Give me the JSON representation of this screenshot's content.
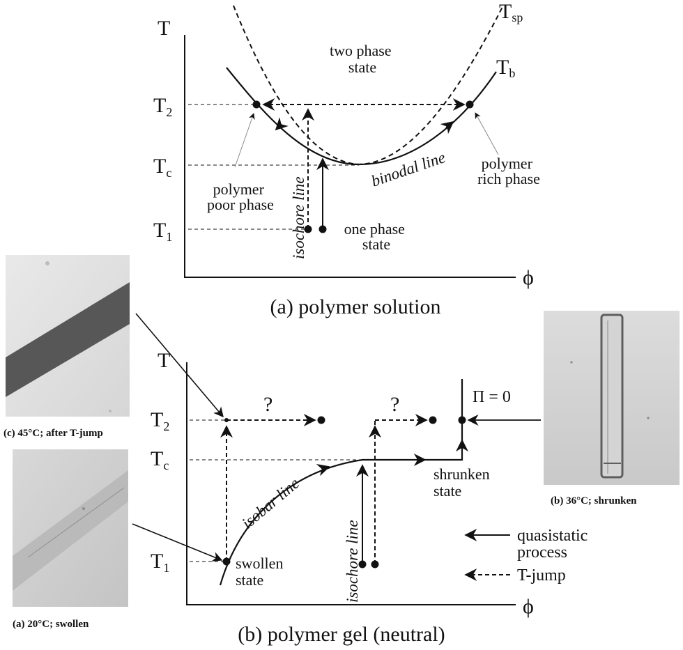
{
  "panel_a": {
    "caption": "(a) polymer solution",
    "y_axis": "T",
    "x_axis": "ϕ",
    "ticks": {
      "t2": "T",
      "t2_sub": "2",
      "tc": "T",
      "tc_sub": "c",
      "t1": "T",
      "t1_sub": "1"
    },
    "curve_sp": {
      "main": "T",
      "sub": "sp"
    },
    "curve_b": {
      "main": "T",
      "sub": "b"
    },
    "region_upper": [
      "two phase",
      "state"
    ],
    "region_lower": [
      "one phase",
      "state"
    ],
    "binodal": "binodal line",
    "isochore": "isochore line",
    "poor_phase": [
      "polymer",
      "poor phase"
    ],
    "rich_phase": [
      "polymer",
      "rich phase"
    ]
  },
  "panel_b": {
    "caption": "(b) polymer gel (neutral)",
    "y_axis": "T",
    "x_axis": "ϕ",
    "ticks": {
      "t2": "T",
      "t2_sub": "2",
      "tc": "T",
      "tc_sub": "c",
      "t1": "T",
      "t1_sub": "1"
    },
    "pressure": "Π = 0",
    "question": "?",
    "isobar": "isobar line",
    "isochore": "isochore line",
    "swollen": [
      "swollen",
      "state"
    ],
    "shrunken": [
      "shrunken",
      "state"
    ],
    "legend_quasi": [
      "quasistatic",
      "process"
    ],
    "legend_tjump": "T-jump"
  },
  "photos": {
    "c": "(c) 45°C; after T-jump",
    "a": "(a) 20°C; swollen",
    "b": "(b) 36°C; shrunken"
  }
}
